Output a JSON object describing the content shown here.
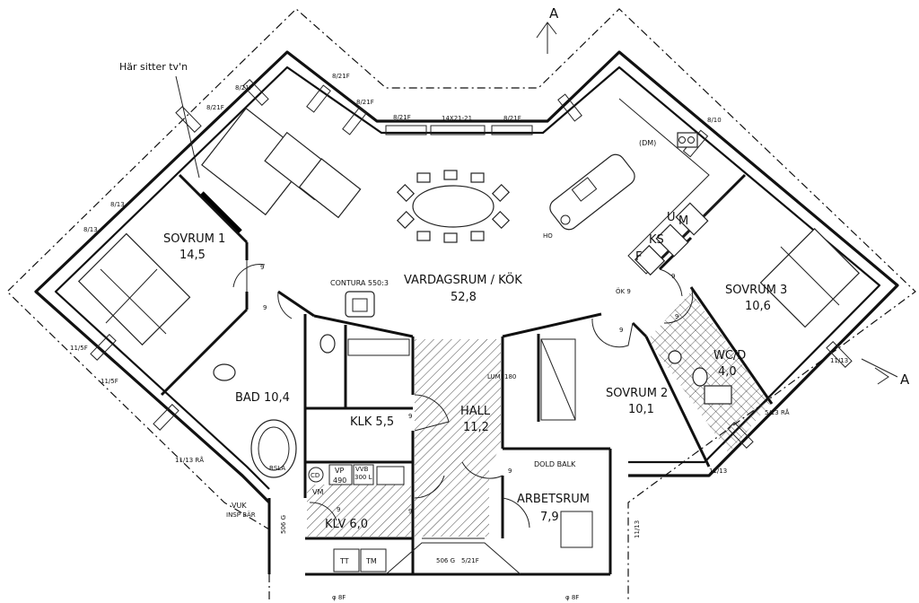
{
  "annotation": {
    "tv": "Här sitter tv'n"
  },
  "section_marker": "A",
  "rooms": {
    "vardagsrum": {
      "name": "VARDAGSRUM / KÖK",
      "area": "52,8"
    },
    "sovrum1": {
      "name": "SOVRUM 1",
      "area": "14,5"
    },
    "sovrum2": {
      "name": "SOVRUM 2",
      "area": "10,1"
    },
    "sovrum3": {
      "name": "SOVRUM 3",
      "area": "10,6"
    },
    "bad": {
      "name": "BAD 10,4"
    },
    "klk": {
      "name": "KLK 5,5"
    },
    "hall": {
      "name": "HALL",
      "area": "11,2"
    },
    "klv": {
      "name": "KLV 6,0"
    },
    "arbetsrum": {
      "name": "ARBETSRUM",
      "area": "7,9"
    },
    "wcd": {
      "name": "WC/D",
      "area": "4,0"
    }
  },
  "labels": {
    "contura": "CONTURA 550:3",
    "lumi": "LUMI 180",
    "dold_balk": "DOLD BALK",
    "vp": "VP",
    "vp_num": "490",
    "vvb": "VVB",
    "vvb_num": "300 L",
    "vm": "VM",
    "cd": "CD",
    "vuk": "VUK",
    "insp_bar": "INSP BÄR",
    "dm": "(DM)",
    "u": "U",
    "m": "M",
    "ks": "KS",
    "f": "F",
    "ho": "HO",
    "ok9": "ÖK 9",
    "tt": "TT",
    "tm": "TM",
    "rsla": "RSLA"
  },
  "door_numbers": {
    "d1": "9",
    "d2": "9",
    "d3": "9",
    "d4": "9",
    "d5": "9",
    "d6": "9",
    "d7": "9",
    "d8": "9",
    "d9": "9"
  },
  "window_labels": {
    "w1": "8/21F",
    "w2": "8/21F",
    "w3": "8/21F",
    "w4": "8/21F",
    "w5": "14X21-21",
    "w6": "8/21F",
    "w7": "8/21F",
    "w8": "8/10",
    "w9": "8/13",
    "w10": "8/13",
    "w11": "11/5F",
    "w12": "11/5F",
    "w13": "11/13 RÅ",
    "w14": "11/13",
    "w15": "5/13 RÅ",
    "w16": "11/13",
    "w17": "11/13",
    "w18": "506 G",
    "w19": "506 G",
    "w20": "5/21F",
    "w21": "φ 8F",
    "w22": "φ 8F"
  }
}
